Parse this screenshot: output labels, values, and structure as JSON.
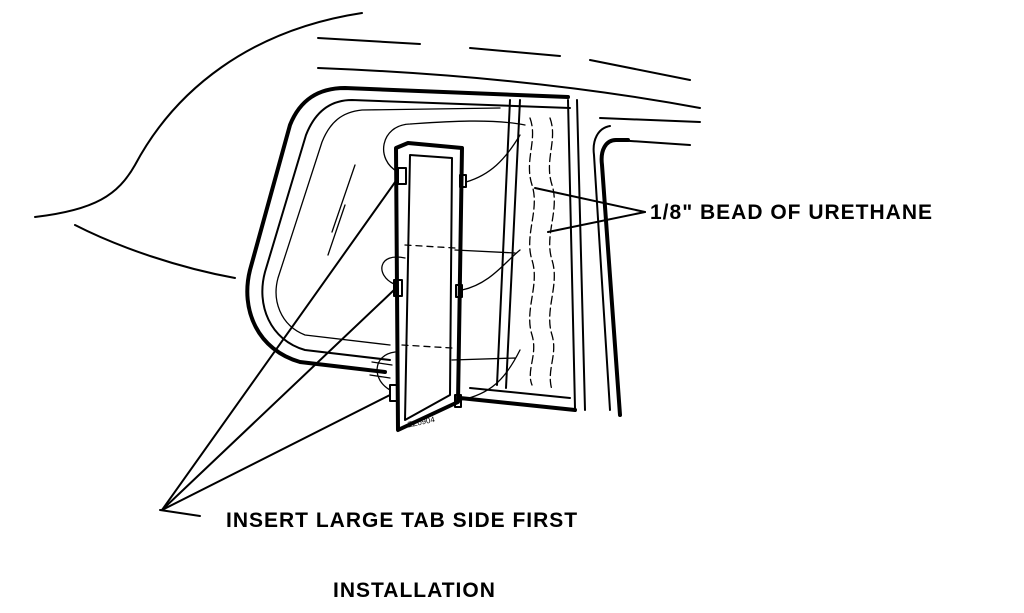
{
  "labels": {
    "urethane": "1/8\" BEAD OF URETHANE",
    "insert_tab": "INSERT LARGE TAB SIDE FIRST",
    "caption": "INSTALLATION",
    "tab_marking": "ZZ0904"
  }
}
